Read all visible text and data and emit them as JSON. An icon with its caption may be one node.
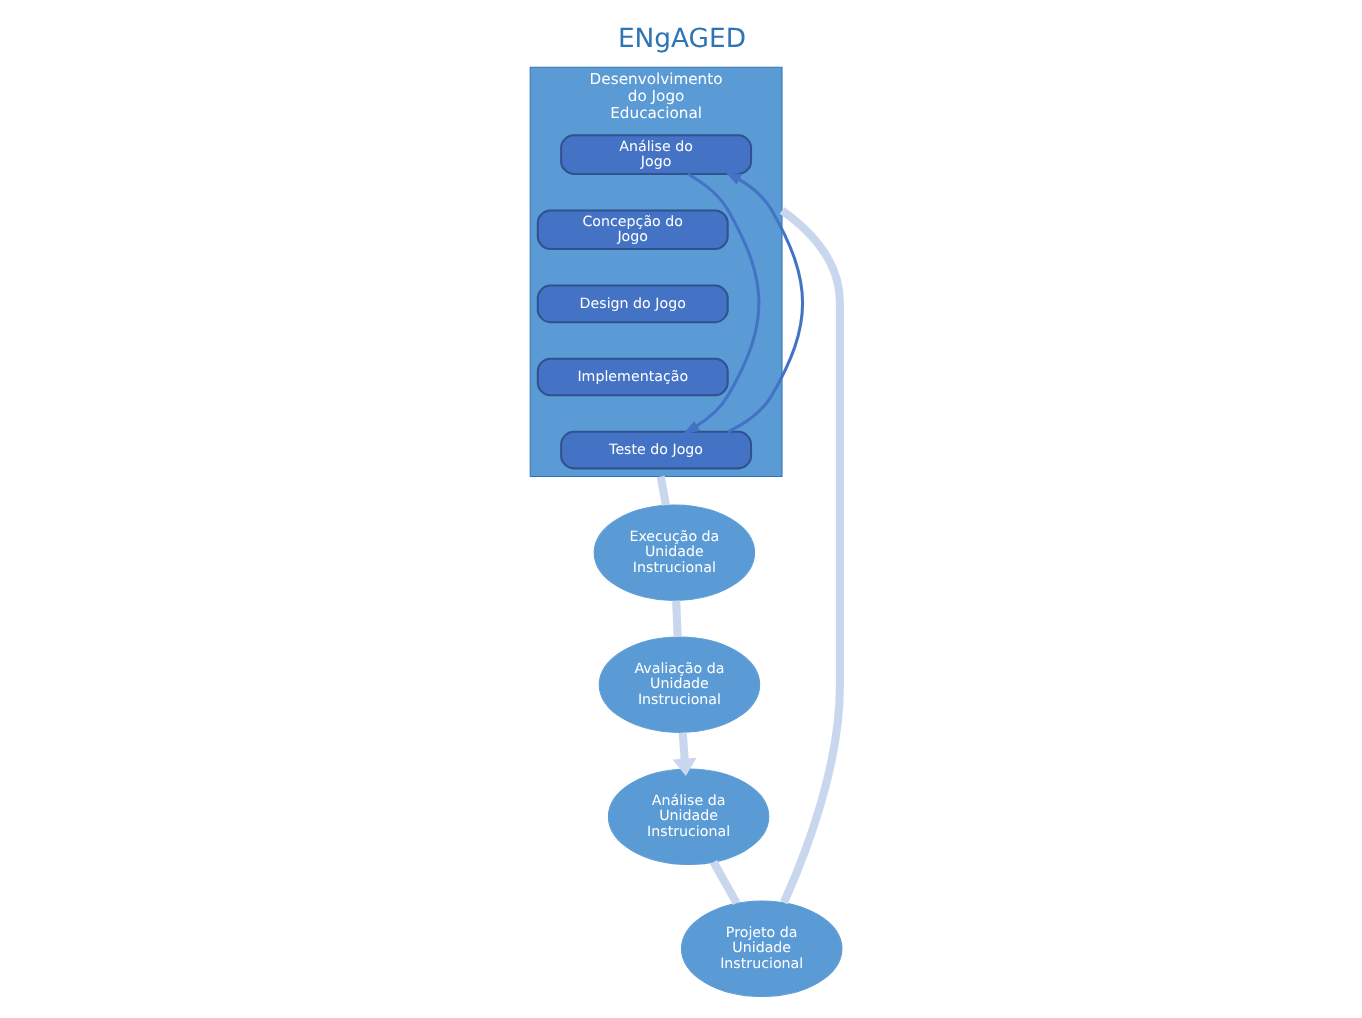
{
  "diagram": {
    "title": "ENgAGED",
    "nodes": [
      {
        "text": [
          "Análise da Unidade Instrucional"
        ]
      },
      {
        "text": [
          "Projeto da Unidade Instrucional"
        ]
      },
      {
        "text": [
          "Desenvolvimento do Jogo Educacional"
        ]
      },
      {
        "text": [
          "Análise do Jogo"
        ],
        "in": 2
      },
      {
        "text": [
          "Concepção do Jogo"
        ],
        "in": 2
      },
      {
        "text": [
          "Design do Jogo"
        ],
        "in": 2
      },
      {
        "text": [
          "Implementação"
        ],
        "in": 2
      },
      {
        "text": [
          "Teste do Jogo"
        ],
        "in": 2
      },
      {
        "text": [
          "Execução da Unidade Instrucional"
        ]
      },
      {
        "text": [
          "Avaliação da Unidade Instrucional"
        ]
      }
    ],
    "edges": [
      {
        "from": 0,
        "to": 1,
        "arrow": "none"
      },
      {
        "from": 1,
        "to": 2,
        "arrow": "none"
      },
      {
        "from": 2,
        "to": 8,
        "arrow": "none"
      },
      {
        "from": 8,
        "to": 9,
        "arrow": "none"
      },
      {
        "from": 9,
        "to": 0,
        "arrow": "to"
      },
      {
        "from": 3,
        "to": 7,
        "arrow": "to",
        "color": "#4472c4"
      },
      {
        "from": 7,
        "to": 3,
        "arrow": "to",
        "color": "#4472c4"
      }
    ]
  }
}
